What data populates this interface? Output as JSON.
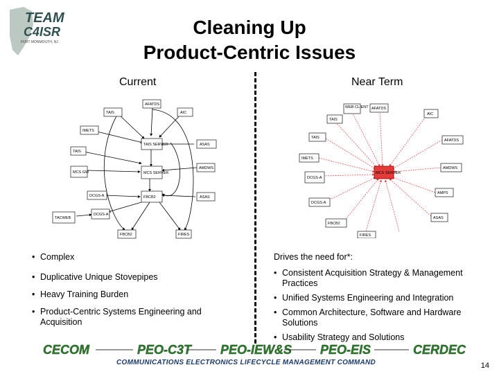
{
  "logo": {
    "line1": "TEAM",
    "line2": "C4ISR",
    "line3": "FORT MONMOUTH, NJ"
  },
  "title": {
    "line1": "Cleaning Up",
    "line2": "Product-Centric Issues"
  },
  "left": {
    "heading": "Current",
    "bullets": [
      "Complex",
      "Duplicative Unique Stovepipes",
      "Heavy Training Burden",
      "Product-Centric Systems Engineering and Acquisition"
    ]
  },
  "right": {
    "heading": "Near Term",
    "intro": "Drives the need for*:",
    "bullets": [
      "Consistent Acquisition Strategy & Management Practices",
      "Unified Systems Engineering and Integration",
      "Common Architecture, Software and Hardware Solutions",
      "Usability Strategy and Solutions"
    ]
  },
  "current_nodes": [
    "AFATDS",
    "TAIS",
    "AIC",
    "IMETS",
    "TAIS",
    "TAIS SERVER",
    "ASAS",
    "MCS SERVER",
    "AMDWS",
    "MCS GW",
    "FBCB2",
    "ASAS",
    "DCGS-A",
    "TACWEB",
    "DCGS-A",
    "FBCB2",
    "FIRES"
  ],
  "near_nodes": [
    "WEB CLIENT",
    "AFATDS",
    "TAIS",
    "AIC",
    "TAIS",
    "AFATDS",
    "IMETS",
    "MCS SERVER",
    "AMDWS",
    "DCGS-A",
    "AMPS",
    "ASAS",
    "DCGS-A",
    "FBCB2",
    "FIRES"
  ],
  "footer": {
    "orgs": [
      "CECOM",
      "PEO-C3T",
      "PEO-IEW&S",
      "PEO-EIS",
      "CERDEC"
    ],
    "command": "COMMUNICATIONS ELECTRONICS LIFECYCLE MANAGEMENT COMMAND"
  },
  "page_number": "14",
  "colors": {
    "accent_green": "#2f7a2f",
    "footer_blue": "#1a3a6b",
    "hub_red": "#e63b3b"
  }
}
